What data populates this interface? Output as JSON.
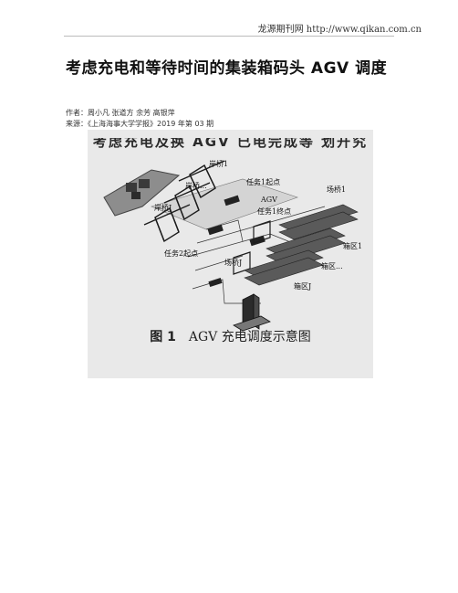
{
  "header": {
    "site": "龙源期刊网 http://www.qikan.com.cn"
  },
  "article": {
    "title": "考虑充电和等待时间的集装箱码头 AGV 调度",
    "authors": "作者：周小凡 张道方 余芳 高银萍",
    "source": "来源：《上海海事大学学报》2019 年第 03 期"
  },
  "figure": {
    "top_text": "考虑充电及换 AGV 已电完成等  划开究",
    "labels": {
      "crane1": "岸桥1",
      "crane_dots": "岸桥...",
      "crane_j": "岸桥J",
      "task1_start": "任务1起点",
      "agv": "AGV",
      "task1_end": "任务1终点",
      "yard_crane1": "场桥1",
      "yard_crane_j": "场桥J",
      "task2_start": "任务2起点",
      "block1": "箱区1",
      "block_dots": "箱区...",
      "block_j": "箱区J"
    },
    "caption_num": "图 1",
    "caption_text": "AGV 充电调度示意图"
  }
}
